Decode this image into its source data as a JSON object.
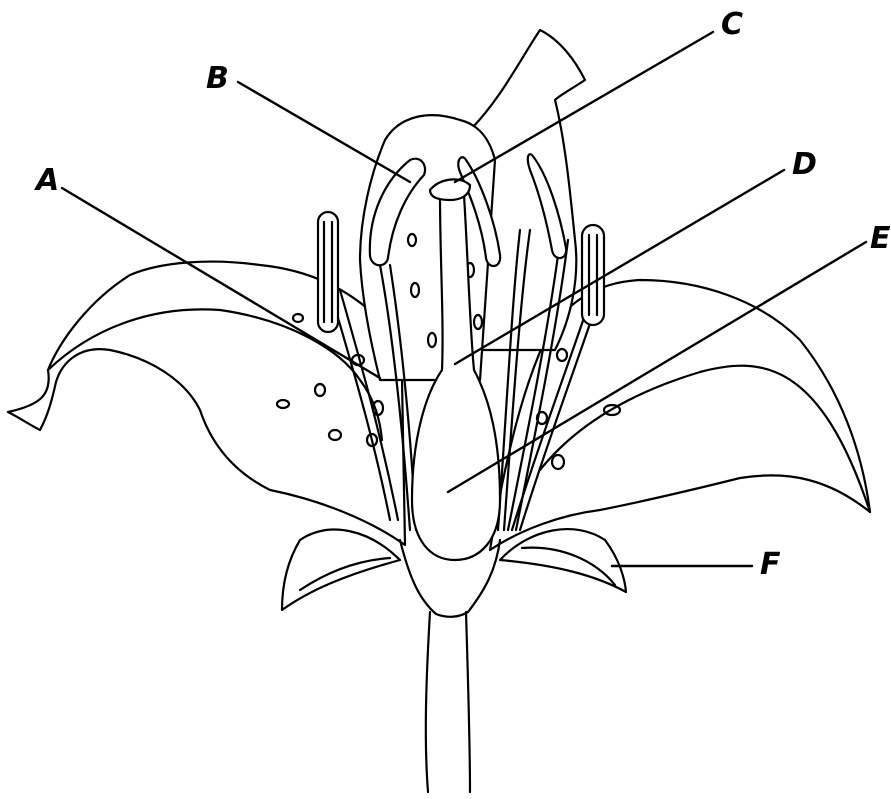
{
  "labels": {
    "A": "A",
    "B": "B",
    "C": "C",
    "D": "D",
    "E": "E",
    "F": "F"
  }
}
